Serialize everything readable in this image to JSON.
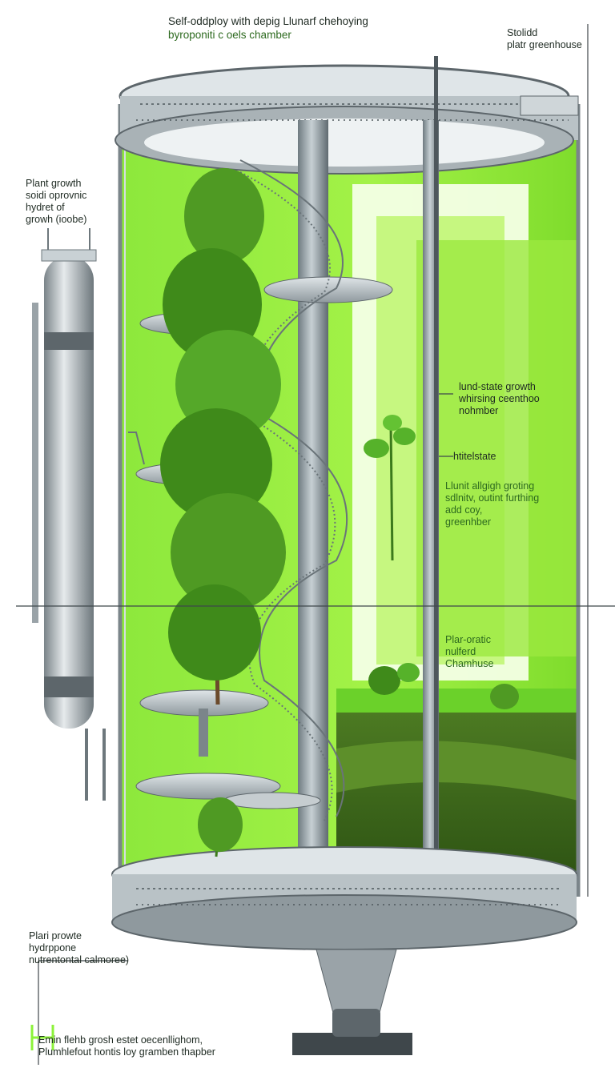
{
  "title": {
    "line1": "Self-oddploy with depig Llunarf chehoying",
    "line2": "byroponiti c oels chamber"
  },
  "labels": {
    "top_right": {
      "line1": "Stolidd",
      "line2": "platr greenhouse"
    },
    "left_upper": {
      "line1": "Plant growth",
      "line2": "soidi oprovnic",
      "line3": "hydret of",
      "line4": "growh (ioobe)"
    },
    "right_mid": {
      "line1": "lund-state growth",
      "line2": "whirsing ceenthoo",
      "line3": "nohmber"
    },
    "right_tag": "htitelstate",
    "right_lower": {
      "line1": "Llunit allgigh groting",
      "line2": "sdlnitv, outint furthing",
      "line3": "add coy,",
      "line4": "greenhber"
    },
    "right_bottom": {
      "line1": "Plar-oratic",
      "line2": "nulferd",
      "line3": "Chamhuse"
    },
    "left_bottom": {
      "line1": "Plari prowte",
      "line2": "hydrppone",
      "line3": "nutrentontal calmoree)"
    },
    "footer": {
      "line1": "Emin flehb grosh estet oecenllighom,",
      "line2": "Plumhlefout hontis loy gramben thapber"
    }
  },
  "colors": {
    "accent_green": "#8cf23a",
    "steel": "#9aa3a8",
    "dark_steel": "#5d666b",
    "foliage": "#4f9a23"
  }
}
